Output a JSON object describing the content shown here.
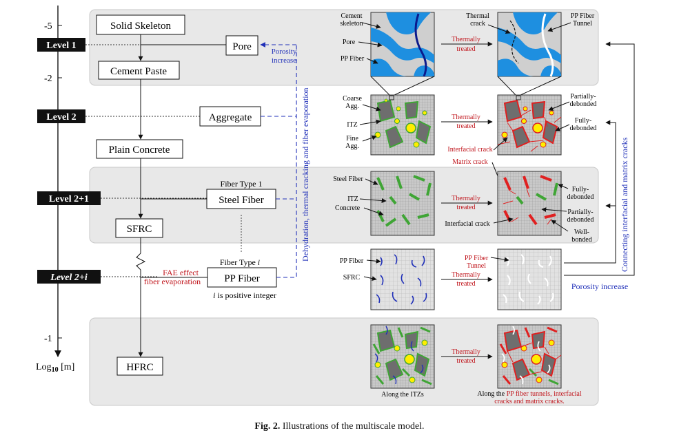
{
  "axis": {
    "ticks": [
      "-5",
      "-2",
      "-1"
    ],
    "label": "Log",
    "label_sub": "10",
    "label_unit": " [m]"
  },
  "levels": [
    "Level 1",
    "Level 2",
    "Level 2+1",
    "Level 2+i"
  ],
  "nodes": {
    "solid_skeleton": "Solid Skeleton",
    "pore": "Pore",
    "cement_paste": "Cement Paste",
    "aggregate": "Aggregate",
    "plain_concrete": "Plain Concrete",
    "steel_fiber": "Steel Fiber",
    "sfrc": "SFRC",
    "pp_fiber": "PP Fiber",
    "hfrc": "HFRC"
  },
  "notes": {
    "porosity_increase_1": "Porosity",
    "porosity_increase_2": "increase",
    "fiber_type_1": "Fiber Type 1",
    "fiber_type_i_prefix": "Fiber Type ",
    "fiber_type_i_var": "i",
    "i_positive_var": "i",
    "i_positive_rest": " is positive integer",
    "fae_1": "FAE effect",
    "fae_2": "fiber evaporation",
    "vertical_blue": "Dehydration, thermal cracking and fiber evaporation",
    "vertical_right": "Connecting interfacial and matrix cracks",
    "porosity_increase_bottom": "Porosity increase"
  },
  "row1": {
    "left_labels": [
      "Cement",
      "skeleton",
      "Pore",
      "PP Fiber"
    ],
    "right_labels": [
      "Thermal",
      "crack",
      "PP Fiber",
      "Tunnel"
    ],
    "arrow_1": "Thermally",
    "arrow_2": "treated"
  },
  "row2": {
    "left_labels": [
      "Coarse",
      "Agg.",
      "ITZ",
      "Fine",
      "Agg."
    ],
    "right_labels": [
      "Partially-",
      "debonded",
      "Fully-",
      "debonded",
      "Interfacial crack",
      "Matrix crack"
    ],
    "arrow_1": "Thermally",
    "arrow_2": "treated"
  },
  "row3": {
    "left_labels": [
      "Steel Fiber",
      "ITZ",
      "Concrete"
    ],
    "right_labels": [
      "Fully-",
      "debonded",
      "Partially-",
      "debonded",
      "Well-",
      "bonded",
      "Interfacial crack"
    ],
    "arrow_1": "Thermally",
    "arrow_2": "treated"
  },
  "row4": {
    "left_labels": [
      "PP Fiber",
      "SFRC"
    ],
    "right_labels": [
      "PP Fiber",
      "Tunnel"
    ],
    "arrow_1": "Thermally",
    "arrow_2": "treated"
  },
  "row5": {
    "arrow_1": "Thermally",
    "arrow_2": "treated",
    "left_caption": "Along the ITZs",
    "right_caption_pre": "Along the ",
    "right_caption_red": "PP fiber tunnels, interfacial",
    "right_caption_red2": "cracks and  matrix cracks."
  },
  "caption": {
    "bold": "Fig. 2.",
    "text": "  Illustrations of the multiscale model."
  },
  "colors": {
    "blue": "#1f2fb8",
    "red": "#c0141b",
    "band": "#e8e8e8",
    "fiber_green": "#3fa535",
    "agg_gray": "#6e6e6e",
    "yellow": "#ffee00",
    "crack_red": "#e02020"
  }
}
